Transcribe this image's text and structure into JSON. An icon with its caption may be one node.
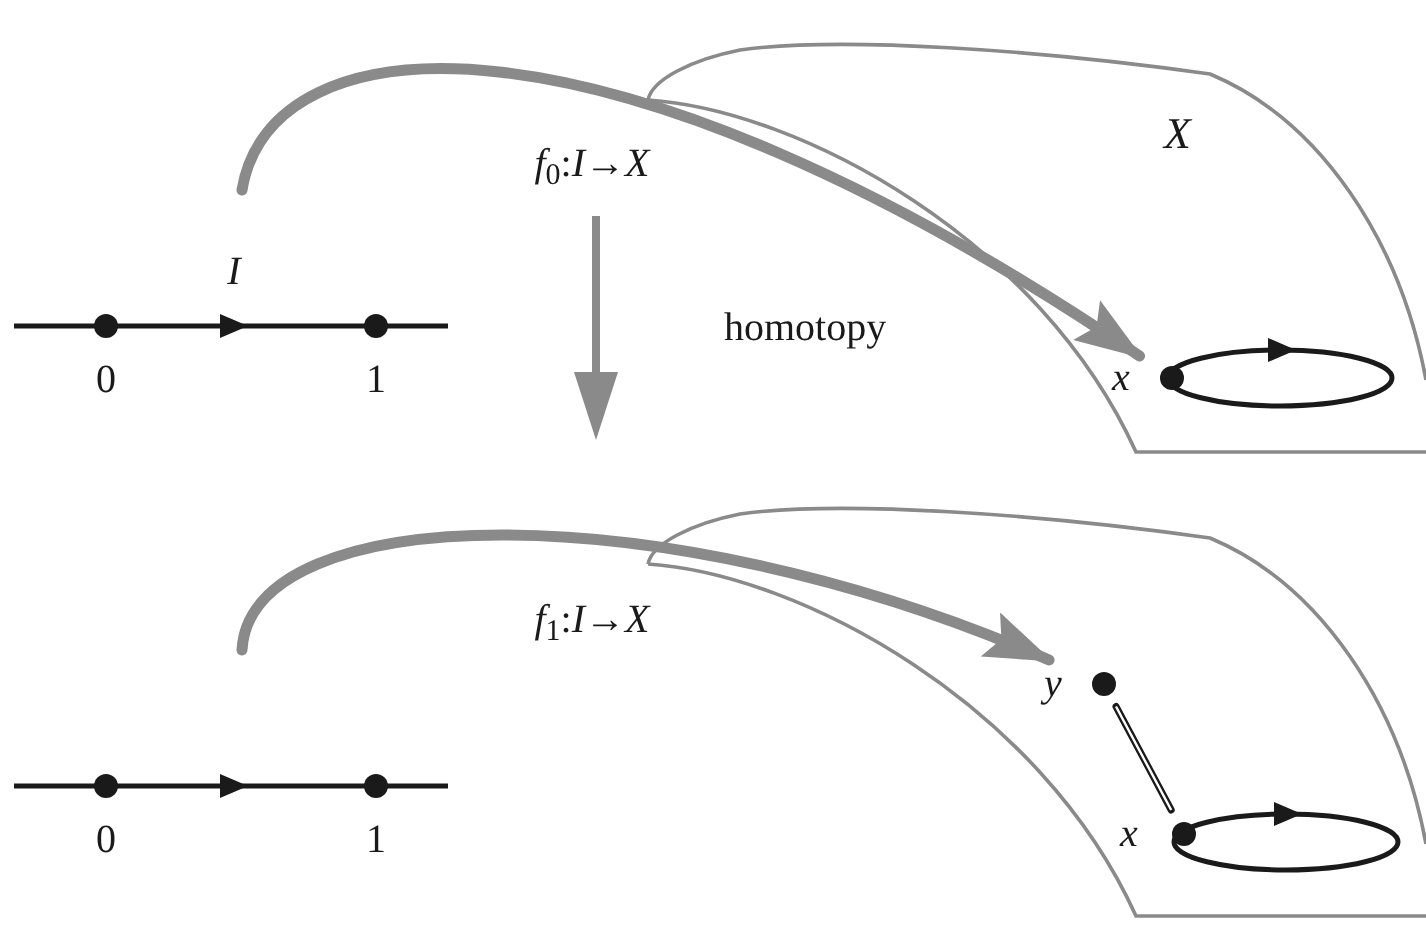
{
  "diagram": {
    "nodes": [
      {
        "text": [
          "X"
        ]
      },
      {
        "text": [
          "x"
        ],
        "in": 0
      },
      {
        "text": [],
        "shape": "box"
      },
      {
        "text": [
          "y"
        ],
        "in": 2
      },
      {
        "text": [
          "x"
        ],
        "in": 2
      }
    ],
    "edges": [
      {
        "from": null,
        "to": 1,
        "arrow": "to",
        "label": "*f*$_{0}$:*I*→*X*"
      },
      {
        "from": null,
        "to": 3,
        "arrow": "to",
        "label": "*f*$_{1}$:*I*→*X*"
      },
      {
        "from": 3,
        "to": 4,
        "arrow": "none",
        "color": "#1a1a1a"
      }
    ],
    "labels": [
      "I",
      "homotopy",
      "0",
      "1",
      "0",
      "1"
    ]
  }
}
